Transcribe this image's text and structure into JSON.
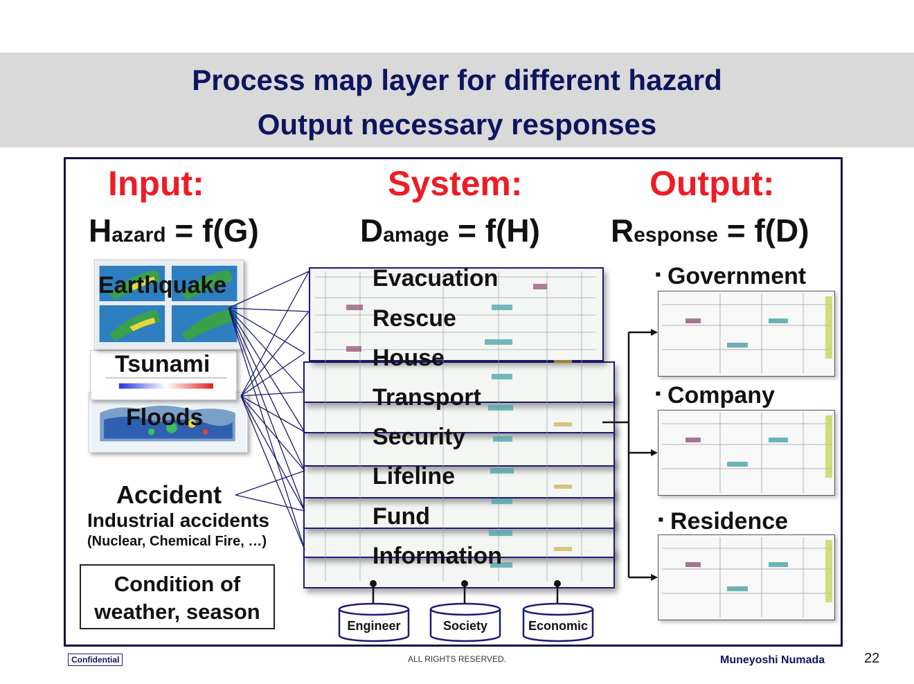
{
  "title": {
    "line1": "Process map layer for different hazard",
    "line2": "Output necessary responses"
  },
  "columns": {
    "input": {
      "heading": "Input:",
      "formula_initial": "H",
      "formula_small": "azard",
      "formula_rest": " = f(G)"
    },
    "system": {
      "heading": "System:",
      "formula_initial": "D",
      "formula_small": "amage",
      "formula_rest": " = f(H)"
    },
    "output": {
      "heading": "Output:",
      "formula_initial": "R",
      "formula_small": "esponse",
      "formula_rest": " = f(D)"
    }
  },
  "hazards": [
    "Earthquake",
    "Tsunami",
    "Floods"
  ],
  "accident": {
    "title": "Accident",
    "subtitle": "Industrial accidents",
    "detail": "(Nuclear, Chemical Fire, …)"
  },
  "condition": {
    "line1": "Condition of",
    "line2": "weather, season"
  },
  "layers": [
    "Evacuation",
    "Rescue",
    "House",
    "Transport",
    "Security",
    "Lifeline",
    "Fund",
    "Information"
  ],
  "databases": [
    "Engineer",
    "Society",
    "Economic"
  ],
  "outputs": [
    "Government",
    "Company",
    "Residence"
  ],
  "output_bullet": "▪",
  "colors": {
    "title": "#0b1560",
    "heading": "#ee1c24",
    "frame": "#0b1040",
    "connector": "#1a1a6a"
  },
  "footer": {
    "confidential": "Confidential",
    "rights": "ALL RIGHTS RESERVED.",
    "author": "Muneyoshi Numada",
    "page": "22"
  }
}
